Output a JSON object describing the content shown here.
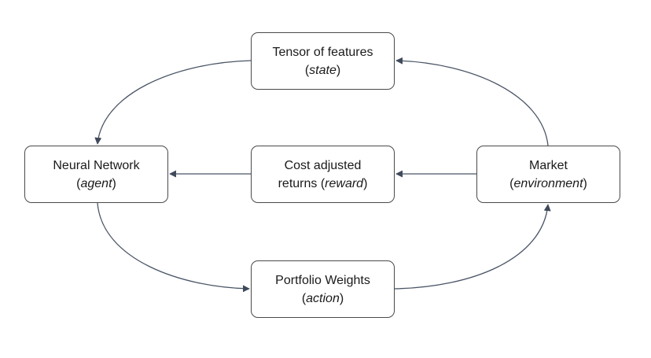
{
  "diagram": {
    "nodes": {
      "state": {
        "line1": "Tensor of features",
        "open": "(",
        "role": "state",
        "close": ")",
        "prefix": ""
      },
      "agent": {
        "line1": "Neural Network",
        "open": "(",
        "role": "agent",
        "close": ")",
        "prefix": ""
      },
      "reward": {
        "line1": "Cost adjusted",
        "prefix": "returns ",
        "open": "(",
        "role": "reward",
        "close": ")"
      },
      "env": {
        "line1": "Market",
        "open": "(",
        "role": "environment",
        "close": ")",
        "prefix": ""
      },
      "action": {
        "line1": "Portfolio Weights",
        "open": "(",
        "role": "action",
        "close": ")",
        "prefix": ""
      }
    },
    "edges": [
      {
        "from": "env",
        "to": "state"
      },
      {
        "from": "state",
        "to": "agent"
      },
      {
        "from": "env",
        "to": "reward"
      },
      {
        "from": "reward",
        "to": "agent"
      },
      {
        "from": "agent",
        "to": "action"
      },
      {
        "from": "action",
        "to": "env"
      }
    ],
    "colors": {
      "stroke": "#4a4a4a",
      "arrow": "#3f4a5a"
    }
  }
}
